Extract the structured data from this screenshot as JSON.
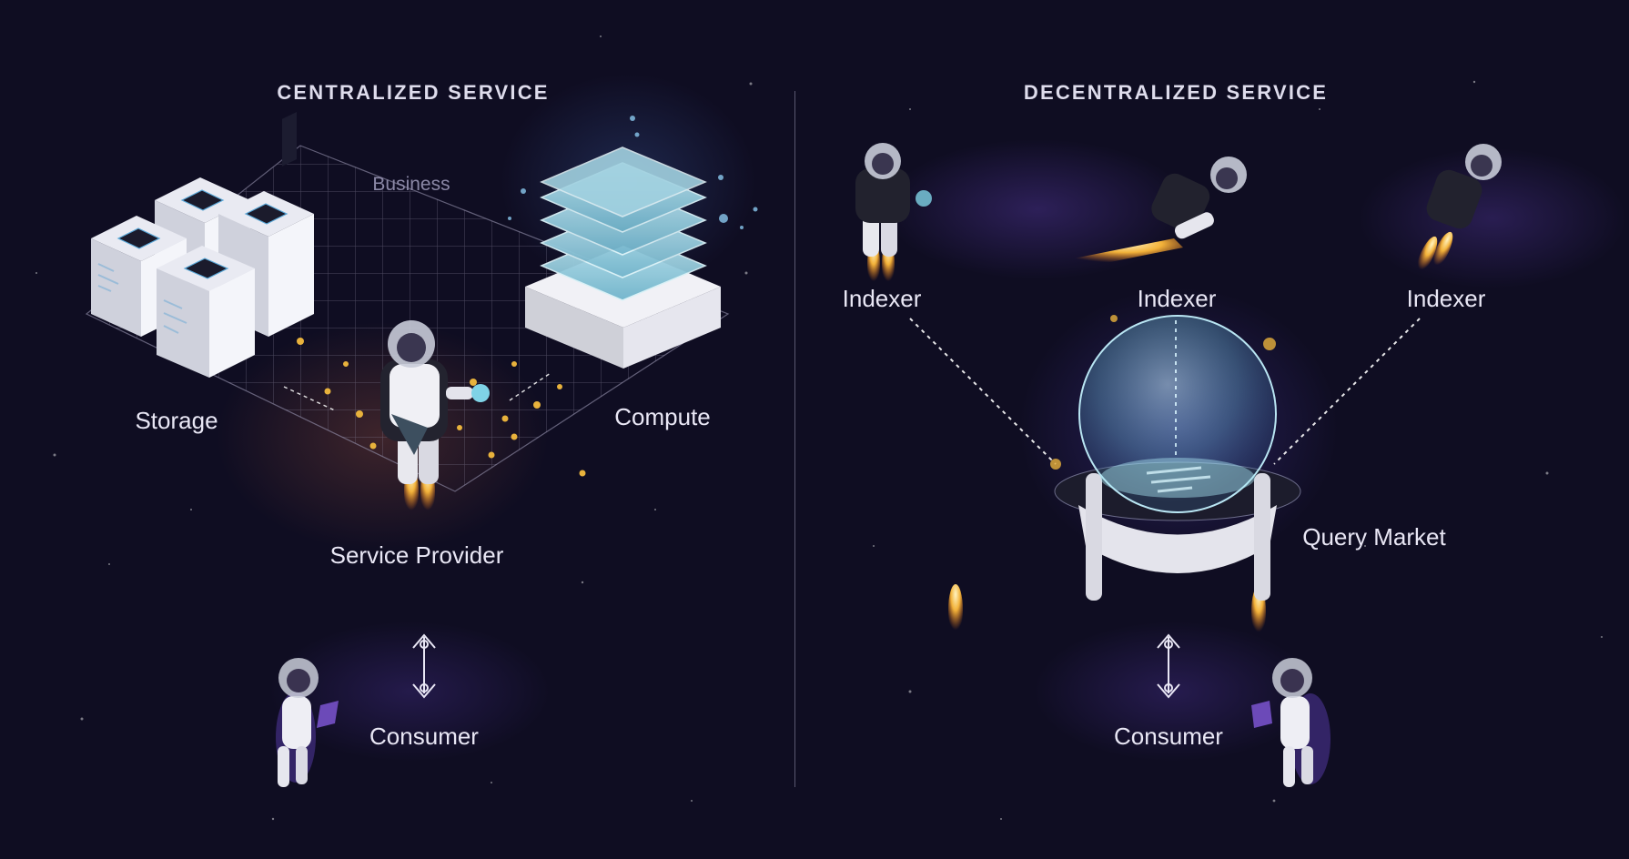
{
  "centralized": {
    "heading": "CENTRALIZED SERVICE",
    "business_label": "Business",
    "storage_label": "Storage",
    "compute_label": "Compute",
    "service_provider_label": "Service Provider",
    "consumer_label": "Consumer"
  },
  "decentralized": {
    "heading": "DECENTRALIZED SERVICE",
    "indexer_labels": [
      "Indexer",
      "Indexer",
      "Indexer"
    ],
    "query_market_label": "Query Market",
    "consumer_label": "Consumer"
  },
  "colors": {
    "background": "#0f0d22",
    "text": "#e9e7f5",
    "accent_gold": "#e8b23c",
    "accent_cyan": "#7fd3e6"
  }
}
